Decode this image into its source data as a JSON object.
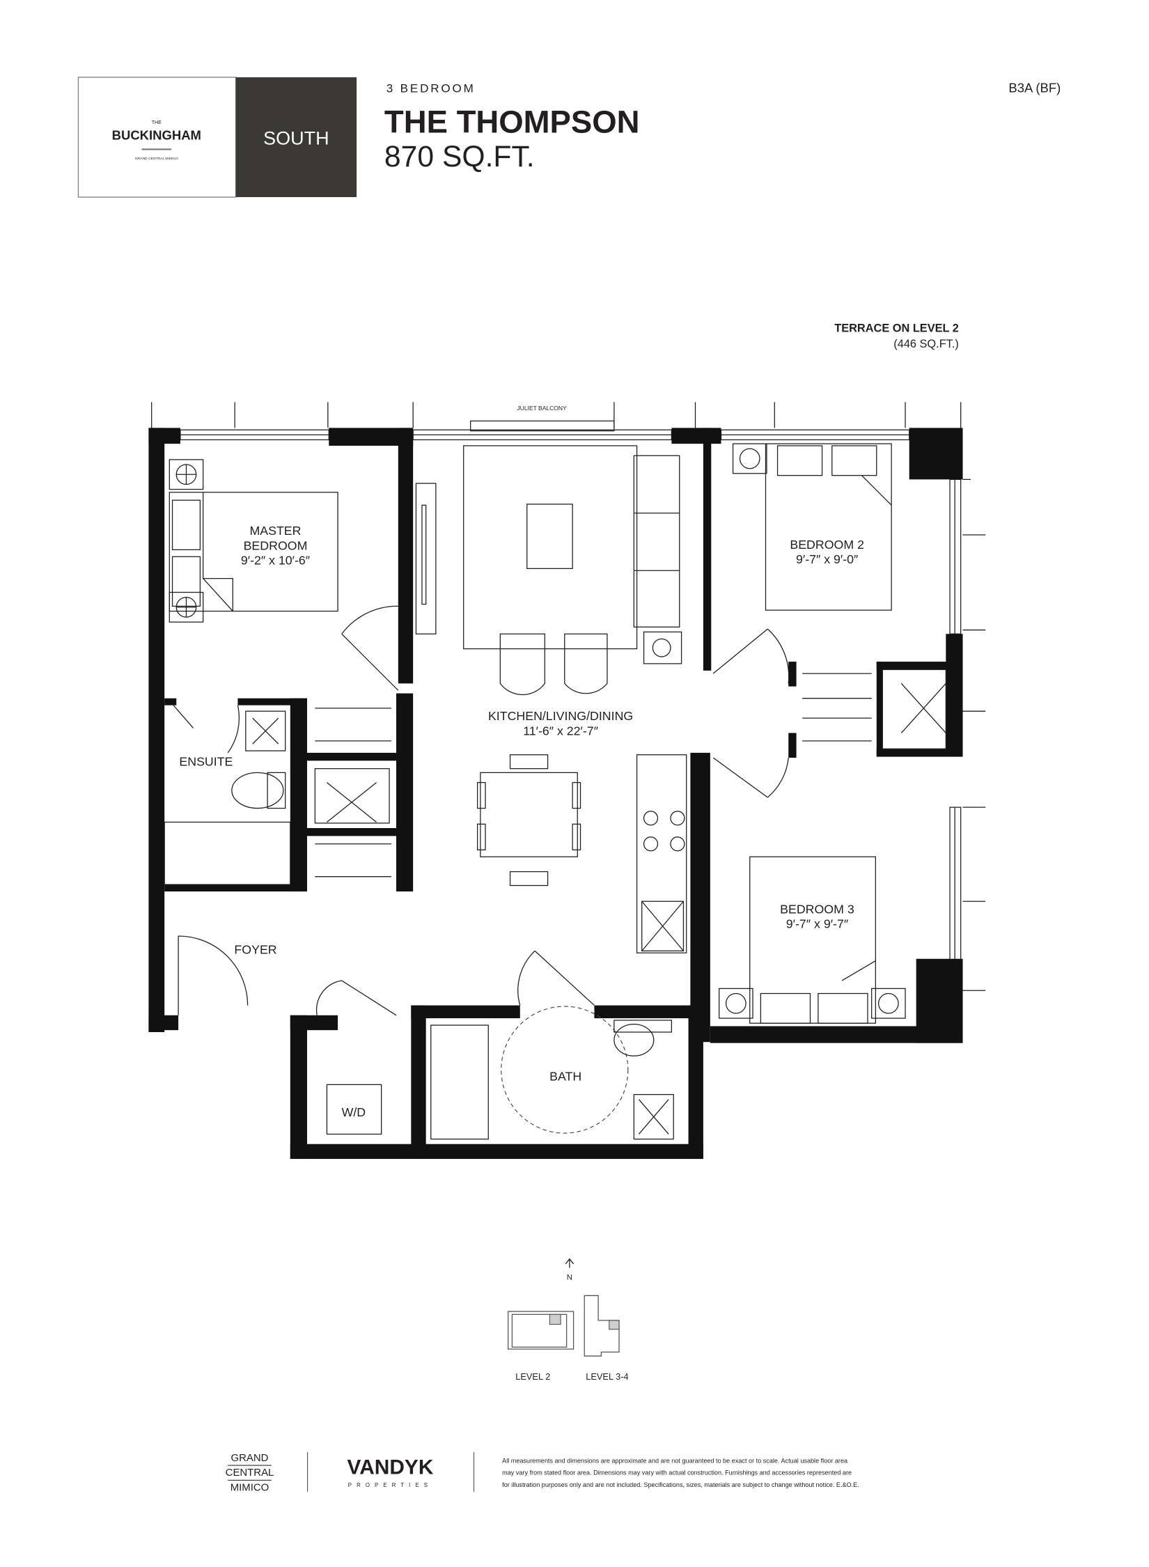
{
  "header": {
    "logo": {
      "the": "THE",
      "name": "BUCKINGHAM",
      "sub": "GRAND CENTRAL MIMICO",
      "tower": "SOUTH"
    },
    "unit_type": "3 BEDROOM",
    "suite_name": "THE THOMPSON",
    "area": "870 SQ.FT.",
    "unit_code": "B3A (BF)"
  },
  "terrace": {
    "title": "TERRACE ON LEVEL 2",
    "area": "(446 SQ.FT.)"
  },
  "plan": {
    "juliet": "JULIET BALCONY",
    "rooms": {
      "master": {
        "name1": "MASTER",
        "name2": "BEDROOM",
        "dims": "9′-2″ x 10′-6″"
      },
      "bed2": {
        "name": "BEDROOM 2",
        "dims": "9′-7″ x 9′-0″"
      },
      "bed3": {
        "name": "BEDROOM 3",
        "dims": "9′-7″ x 9′-7″"
      },
      "kitchen": {
        "name": "KITCHEN/LIVING/DINING",
        "dims": "11′-6″ x 22′-7″"
      },
      "ensuite": "ENSUITE",
      "foyer": "FOYER",
      "bath": "BATH",
      "wd": "W/D"
    }
  },
  "keyplan": {
    "north": "N",
    "level2": "LEVEL 2",
    "level34": "LEVEL 3-4",
    "highlight": "#cfcfcf"
  },
  "footer": {
    "gcm": [
      "GRAND",
      "CENTRAL",
      "MIMICO"
    ],
    "vandyk": "VANDYK",
    "properties": "PROPERTIES",
    "disclaimer": [
      "All measurements and dimensions are approximate and are not guaranteed to be exact or to scale. Actual usable floor area",
      "may vary from stated floor area. Dimensions may vary with actual construction. Furnishings and accessories represented are",
      "for illustration purposes only and are not included. Specifications, sizes, materials are subject to change without notice. E.&O.E."
    ]
  },
  "colors": {
    "logo_dark": "#3c3935",
    "ink": "#231f20"
  }
}
